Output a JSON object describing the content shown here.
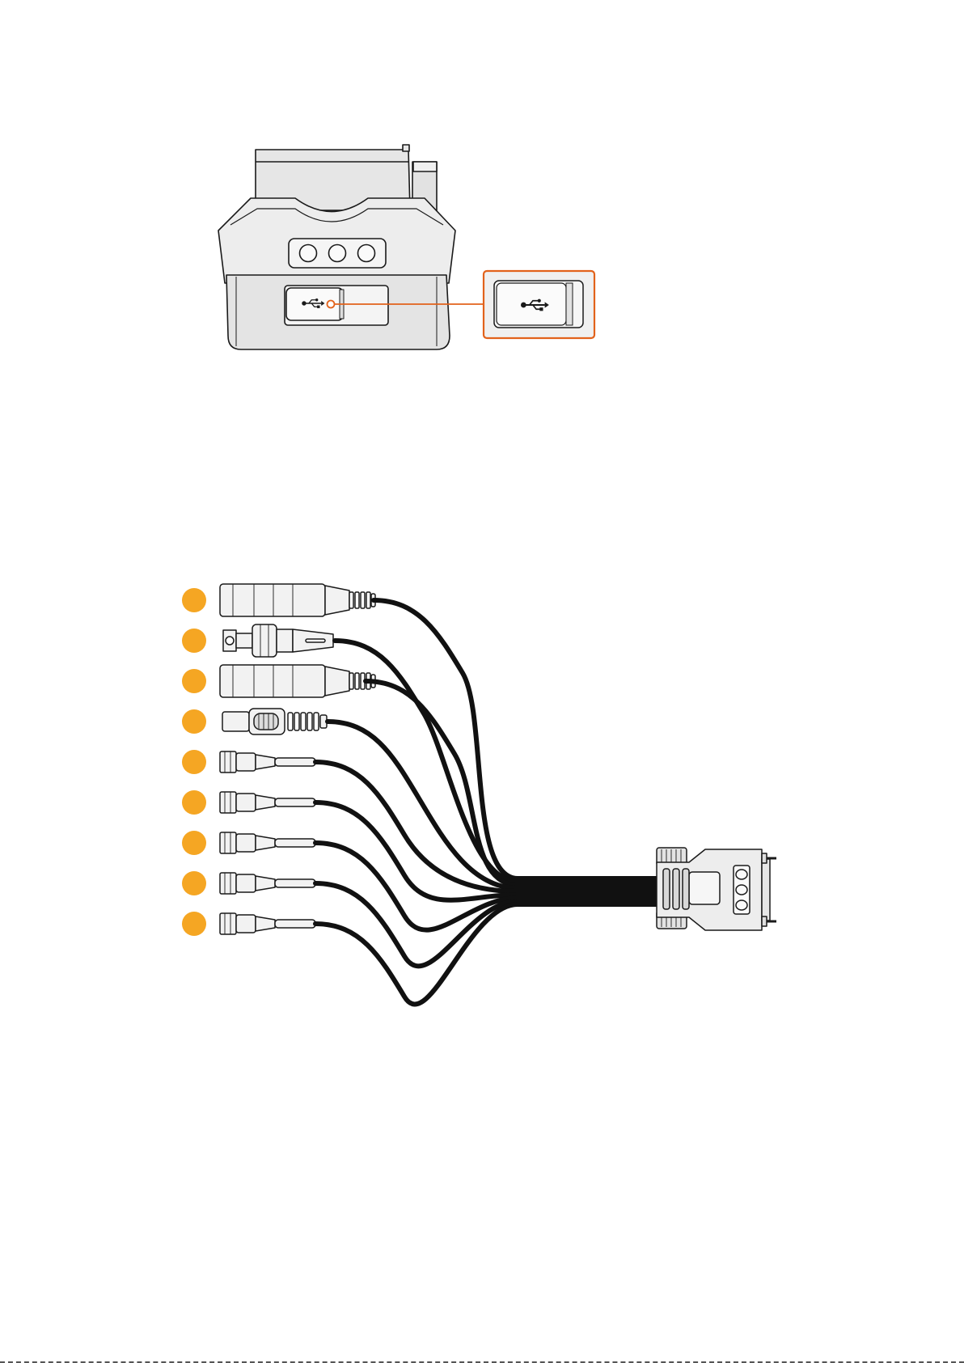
{
  "colors": {
    "callout_highlight": "#e2621b",
    "callout_marker_fill": "#f5a623",
    "device_fill": "#ececec",
    "device_stroke": "#1a1a1a",
    "cable": "#111111",
    "connector_fill": "#f2f2f2"
  },
  "icons": {
    "usb_port": "usb-icon",
    "callout_number_marker": "orange-circle"
  },
  "breakout_cable": {
    "callout_count": 9,
    "connector_kinds": [
      "xlr-female",
      "bnc",
      "xlr-female",
      "rca",
      "mini-jack",
      "mini-jack",
      "mini-jack",
      "mini-jack",
      "mini-jack"
    ],
    "head": "d-sub"
  }
}
